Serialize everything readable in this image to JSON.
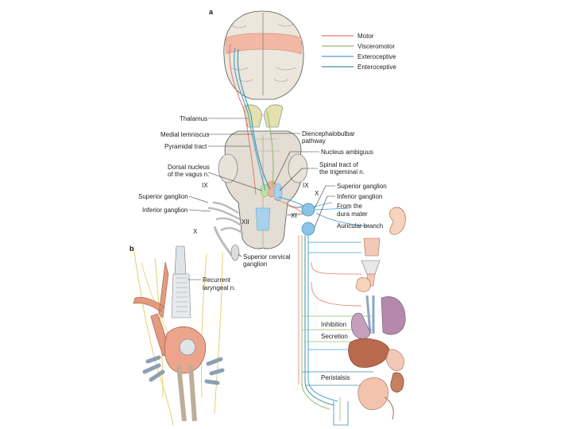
{
  "panels": {
    "a": "a",
    "b": "b"
  },
  "legend": [
    {
      "label": "Motor",
      "color": "#e27a63"
    },
    {
      "label": "Visceromotor",
      "color": "#8fc06c"
    },
    {
      "label": "Exteroceptive",
      "color": "#4a9fd0"
    },
    {
      "label": "Enteroceptive",
      "color": "#3d8fa8"
    }
  ],
  "labels_left": {
    "thalamus": "Thalamus",
    "medial_lemniscus": "Medial lemniscus",
    "pyramidal_tract": "Pyramidal tract",
    "dorsal_nucleus_1": "Dorsal nucleus",
    "dorsal_nucleus_2": "of the vagus n.",
    "ix_left": "IX",
    "superior_ganglion": "Superior ganglion",
    "inferior_ganglion": "Inferior ganglion",
    "x_left": "X",
    "xii": "XII"
  },
  "labels_right": {
    "diencephalobulbar_1": "Diencephalobulbar",
    "diencephalobulbar_2": "pathway",
    "nucleus_ambiguus": "Nucleus ambiguus",
    "spinal_tract_1": "Spinal tract of",
    "spinal_tract_2": "the trigeminal n.",
    "ix_right": "IX",
    "x_right": "X",
    "xi": "XI",
    "superior_ganglion": "Superior ganglion",
    "inferior_ganglion": "Inferior ganglion",
    "from_the": "From the",
    "dura_mater": "dura mater",
    "auricular_branch": "Auricular branch",
    "superior_cervical_1": "Superior cervical",
    "superior_cervical_2": "ganglion"
  },
  "labels_b": {
    "recurrent_1": "Recurrent",
    "recurrent_2": "laryngeal n."
  },
  "functions": {
    "inhibition": "Inhibition",
    "secretion": "Secretion",
    "peristalsis": "Peristalsis"
  },
  "colors": {
    "brain": "#ece6dc",
    "outline": "#555555",
    "motor": "#e27a63",
    "visceromotor": "#8fc06c",
    "exteroceptive": "#4a9fd0",
    "enteroceptive": "#3d8fa8",
    "nerve_yellow": "#e8cf6a",
    "vessel": "#e39a7e",
    "organ_brown": "#b96a4e",
    "organ_purple": "#b489ad"
  }
}
